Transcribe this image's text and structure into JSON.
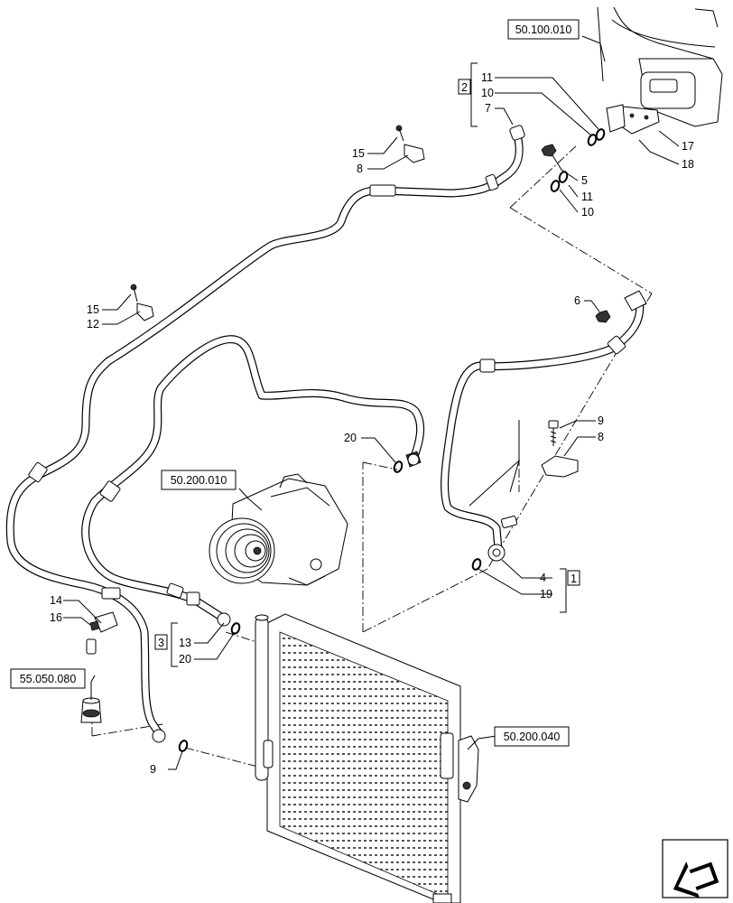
{
  "references": {
    "ref_evaporator": "50.100.010",
    "ref_compressor": "50.200.010",
    "ref_condenser": "50.200.040",
    "ref_pressure_switch": "55.050.080"
  },
  "kits": {
    "kit_1": "1",
    "kit_2": "2",
    "kit_3": "3"
  },
  "callouts": {
    "c11a": "11",
    "c10a": "10",
    "c7": "7",
    "c17": "17",
    "c18": "18",
    "c5": "5",
    "c11b": "11",
    "c10b": "10",
    "c15a": "15",
    "c8a": "8",
    "c15b": "15",
    "c12": "12",
    "c6": "6",
    "c9a": "9",
    "c8b": "8",
    "c20a": "20",
    "c4": "4",
    "c19": "19",
    "c14": "14",
    "c16": "16",
    "c13": "13",
    "c20b": "20",
    "c9b": "9"
  },
  "icons": {
    "nav": "arrow-back-icon"
  }
}
